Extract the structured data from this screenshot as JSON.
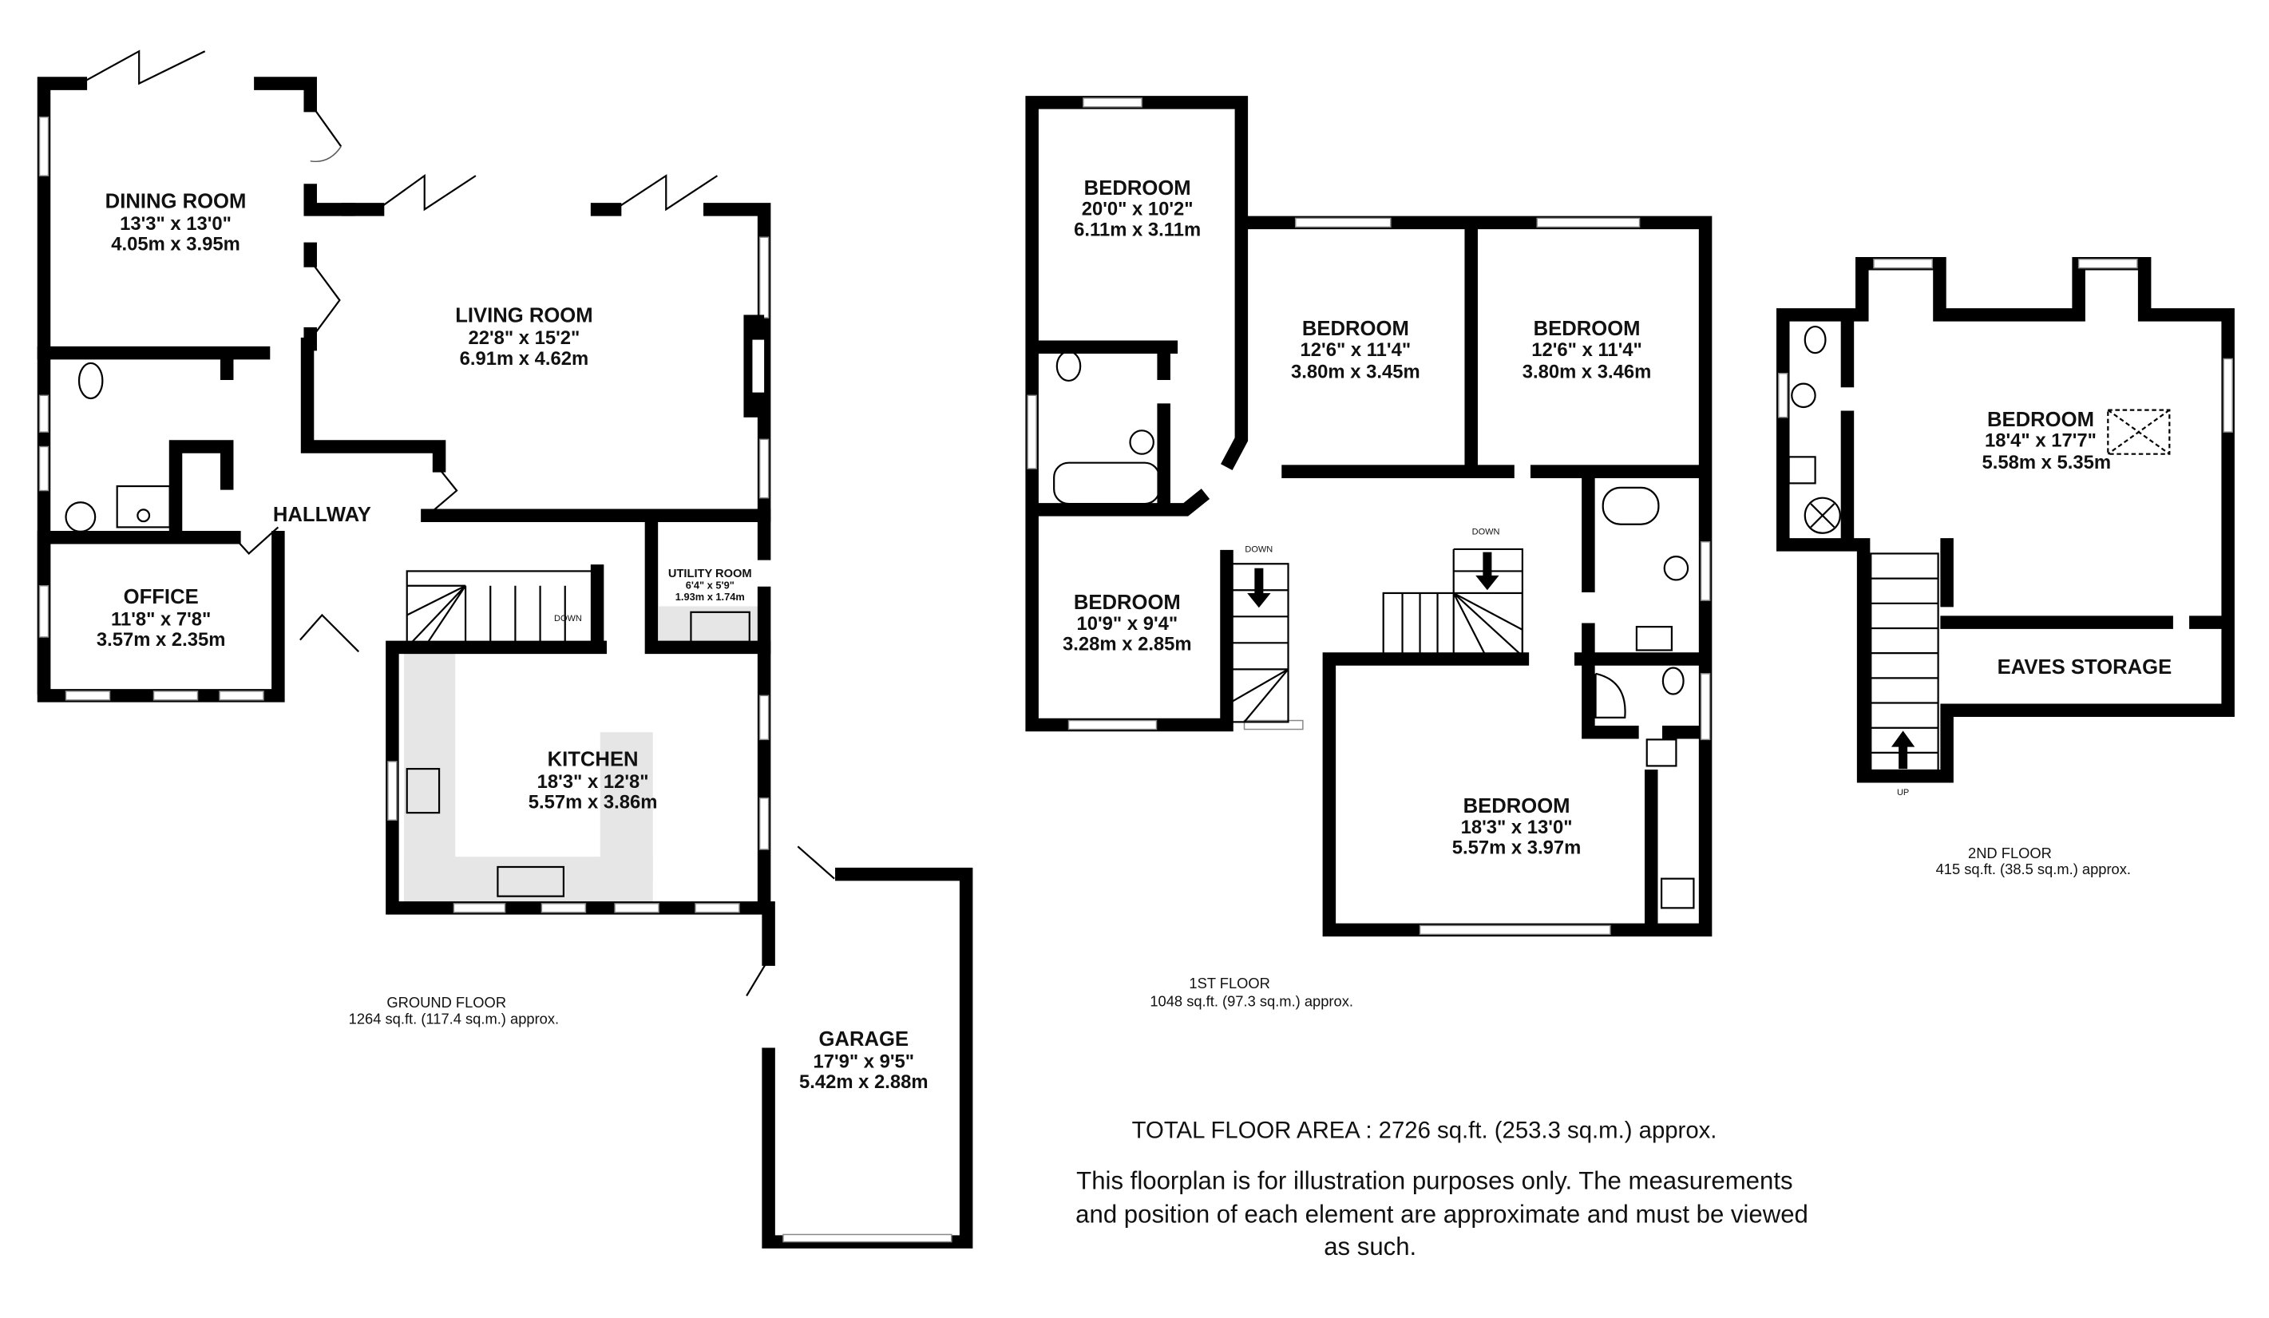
{
  "ground_floor": {
    "label": "GROUND FLOOR",
    "area": "1264 sq.ft. (117.4 sq.m.) approx.",
    "rooms": {
      "dining_room": {
        "name": "DINING ROOM",
        "imperial": "13'3\"  x 13'0\"",
        "metric": "4.05m  x 3.95m"
      },
      "living_room": {
        "name": "LIVING ROOM",
        "imperial": "22'8\"  x 15'2\"",
        "metric": "6.91m  x 4.62m"
      },
      "hallway": {
        "name": "HALLWAY"
      },
      "office": {
        "name": "OFFICE",
        "imperial": "11'8\"  x 7'8\"",
        "metric": "3.57m  x 2.35m"
      },
      "utility_room": {
        "name": "UTILITY ROOM",
        "imperial": "6'4\"  x 5'9\"",
        "metric": "1.93m  x 1.74m"
      },
      "kitchen": {
        "name": "KITCHEN",
        "imperial": "18'3\"  x 12'8\"",
        "metric": "5.57m  x 3.86m"
      },
      "garage": {
        "name": "GARAGE",
        "imperial": "17'9\"  x 9'5\"",
        "metric": "5.42m  x 2.88m"
      }
    },
    "stairs_label": "DOWN"
  },
  "first_floor": {
    "label": "1ST FLOOR",
    "area": "1048 sq.ft. (97.3 sq.m.) approx.",
    "rooms": {
      "bedroom_1": {
        "name": "BEDROOM",
        "imperial": "20'0\"  x 10'2\"",
        "metric": "6.11m  x 3.11m"
      },
      "bedroom_2": {
        "name": "BEDROOM",
        "imperial": "12'6\"  x 11'4\"",
        "metric": "3.80m  x 3.45m"
      },
      "bedroom_3": {
        "name": "BEDROOM",
        "imperial": "12'6\"  x 11'4\"",
        "metric": "3.80m  x 3.46m"
      },
      "bedroom_4": {
        "name": "BEDROOM",
        "imperial": "10'9\"  x 9'4\"",
        "metric": "3.28m  x 2.85m"
      },
      "bedroom_5": {
        "name": "BEDROOM",
        "imperial": "18'3\"  x 13'0\"",
        "metric": "5.57m  x 3.97m"
      }
    },
    "stairs_label_left": "DOWN",
    "stairs_label_right": "DOWN"
  },
  "second_floor": {
    "label": "2ND FLOOR",
    "area": "415 sq.ft. (38.5 sq.m.) approx.",
    "rooms": {
      "bedroom": {
        "name": "BEDROOM",
        "imperial": "18'4\"  x 17'7\"",
        "metric": "5.58m  x 5.35m"
      },
      "eaves_storage": {
        "name": "EAVES STORAGE"
      }
    },
    "stairs_label": "UP"
  },
  "totals": {
    "total_area": "TOTAL FLOOR AREA : 2726 sq.ft. (253.3 sq.m.) approx."
  },
  "disclaimer": {
    "line1": "This floorplan is for illustration purposes only. The measurements",
    "line2": "and position of each element are approximate and must be viewed",
    "line3": "as such."
  },
  "colors": {
    "wall": "#000000",
    "counter": "#e6e6e6",
    "background": "#ffffff"
  }
}
